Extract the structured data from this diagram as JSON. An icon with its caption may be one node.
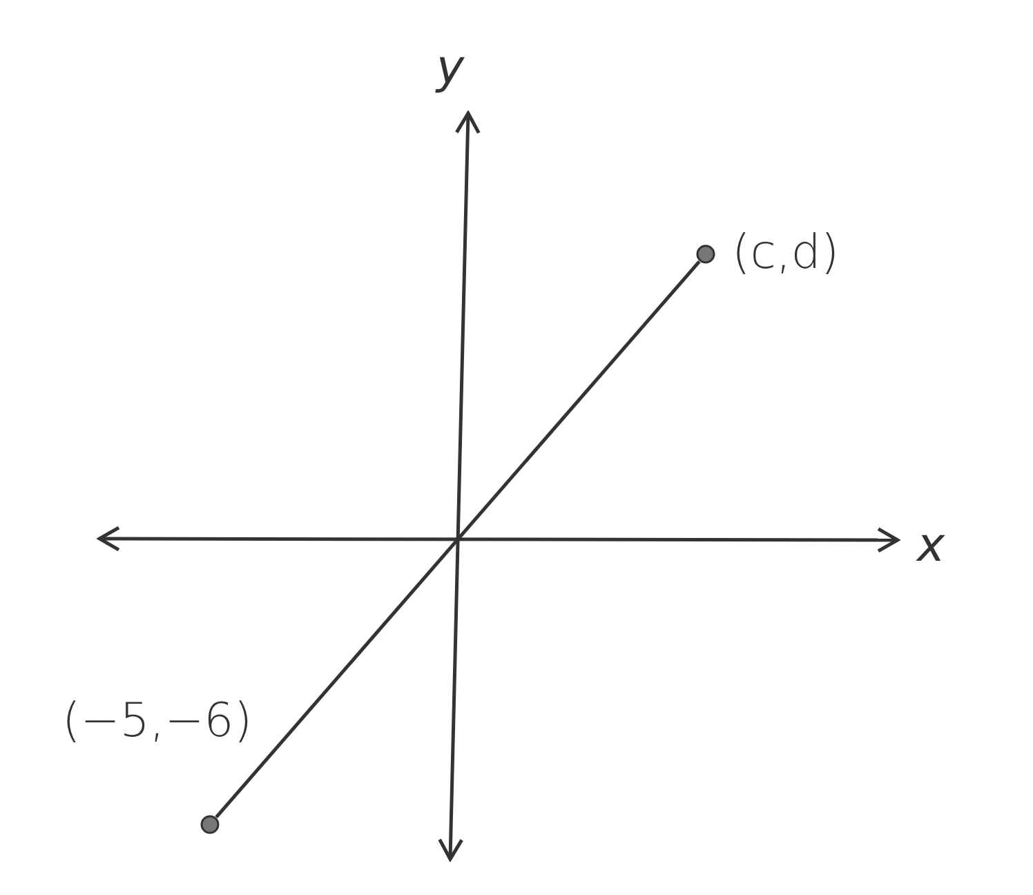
{
  "diagram": {
    "nodes": [
      {
        "text": [],
        "shape": "circle",
        "beside": [
          "(c,d)"
        ]
      },
      {
        "text": [],
        "shape": "circle",
        "beside": [
          "(−5,−6)"
        ]
      }
    ],
    "edges": [
      {
        "from": 1,
        "to": 0,
        "arrow": "none"
      }
    ],
    "labels": [
      "y",
      "x"
    ]
  }
}
